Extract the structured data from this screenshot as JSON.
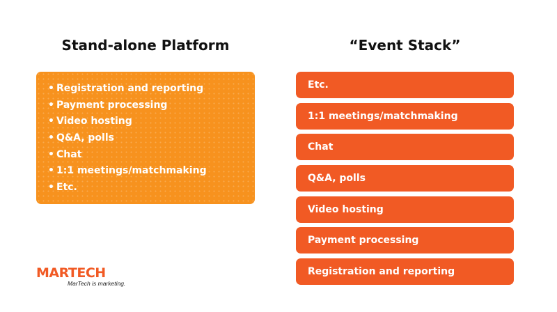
{
  "left": {
    "title": "Stand-alone Platform",
    "bullet": "•",
    "items": [
      "Registration and reporting",
      "Payment processing",
      "Video hosting",
      "Q&A, polls",
      "Chat",
      "1:1 meetings/matchmaking",
      "Etc."
    ]
  },
  "right": {
    "title": "“Event Stack”",
    "layers": [
      "Etc.",
      "1:1 meetings/matchmaking",
      "Chat",
      "Q&A, polls",
      "Video hosting",
      "Payment processing",
      "Registration and reporting"
    ]
  },
  "logo": {
    "wordmark": "MARTECH",
    "tagline": "MarTech is marketing."
  },
  "colors": {
    "platform_box": "#f7921e",
    "stack_bar": "#f15a24",
    "logo": "#f15a24"
  }
}
